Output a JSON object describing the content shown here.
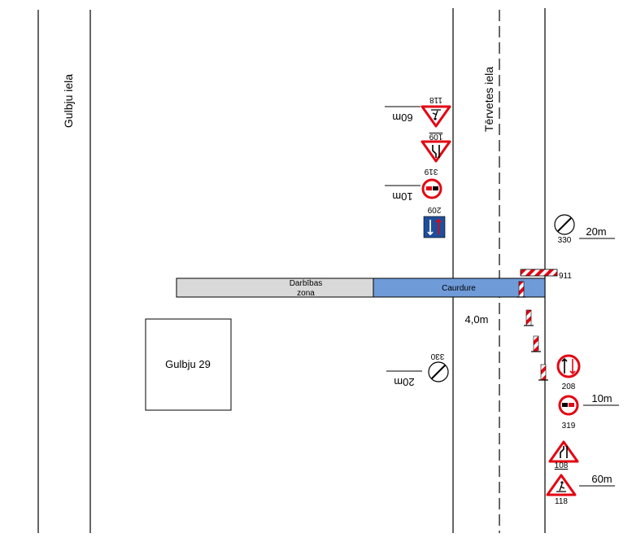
{
  "streets": {
    "left": "Gulbju iela",
    "right": "Tērvetes iela"
  },
  "building": {
    "label": "Gulbju 29"
  },
  "zones": {
    "work_zone_line1": "Darbības",
    "work_zone_line2": "zona",
    "pipe_crossing": "Caurdure"
  },
  "measurements": {
    "width": "4,0m",
    "right_330": "20m",
    "right_319": "10m",
    "right_118": "60m",
    "left_330": "20m",
    "left_319": "10m",
    "left_118": "60m"
  },
  "signs": {
    "right": {
      "s330": "330",
      "s911": "911",
      "s208": "208",
      "s319": "319",
      "s108": "108",
      "s118": "118"
    },
    "left": {
      "s330": "330",
      "s209": "209",
      "s319": "319",
      "s109": "109",
      "s118": "118"
    }
  },
  "colors": {
    "line": "#000000",
    "work_zone_fill": "#d9d9d9",
    "pipe_fill": "#6f9bd8",
    "sign_red": "#e30613",
    "sign_blue": "#1f4e9a"
  }
}
